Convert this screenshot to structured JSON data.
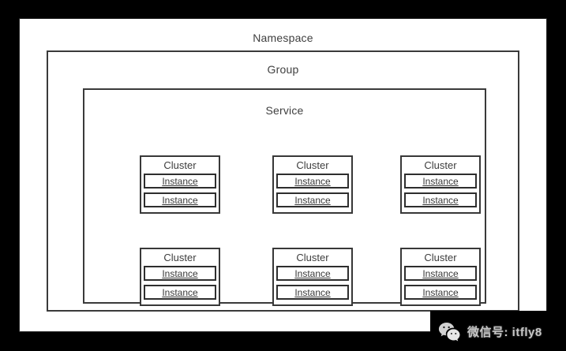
{
  "page": {
    "background": "#000000"
  },
  "diagram": {
    "namespace": {
      "label": "Namespace"
    },
    "group": {
      "label": "Group"
    },
    "service": {
      "label": "Service"
    },
    "clusters": [
      {
        "title": "Cluster",
        "instances": [
          "Instance",
          "Instance"
        ]
      },
      {
        "title": "Cluster",
        "instances": [
          "Instance",
          "Instance"
        ]
      },
      {
        "title": "Cluster",
        "instances": [
          "Instance",
          "Instance"
        ]
      },
      {
        "title": "Cluster",
        "instances": [
          "Instance",
          "Instance"
        ]
      },
      {
        "title": "Cluster",
        "instances": [
          "Instance",
          "Instance"
        ]
      },
      {
        "title": "Cluster",
        "instances": [
          "Instance",
          "Instance"
        ]
      }
    ]
  },
  "watermark": {
    "icon": "wechat-logo",
    "text": "微信号: itfly8"
  },
  "colors": {
    "page_background": "#000000",
    "canvas_background": "#ffffff",
    "box_border": "#3a3a3a",
    "instance_border": "#2e2e2e",
    "label_text": "#3f3f3f",
    "watermark_text": "#c6c6c6",
    "watermark_background": "#000000"
  }
}
